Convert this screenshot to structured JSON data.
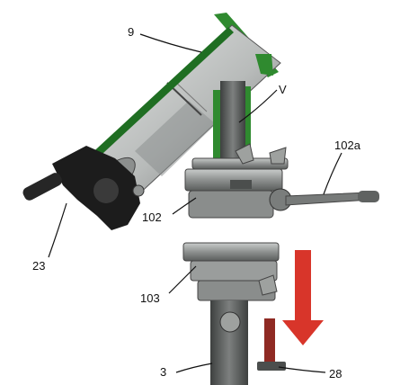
{
  "labels": {
    "9": "9",
    "V": "V",
    "102a": "102a",
    "102": "102",
    "23": "23",
    "103": "103",
    "3": "3",
    "28": "28"
  },
  "colors": {
    "green": "#2f8a2f",
    "dark_green": "#1f6e22",
    "cylinder_light": "#cfd1d0",
    "cylinder_dark": "#6d706f",
    "metal": "#9ea19f",
    "metal_dark": "#4b4e4d",
    "handle_black": "#1c1c1c",
    "arrow_red": "#d8352a",
    "pin_red": "#8f2a23",
    "line": "#111111"
  },
  "icons": [
    "down-arrow-icon"
  ]
}
